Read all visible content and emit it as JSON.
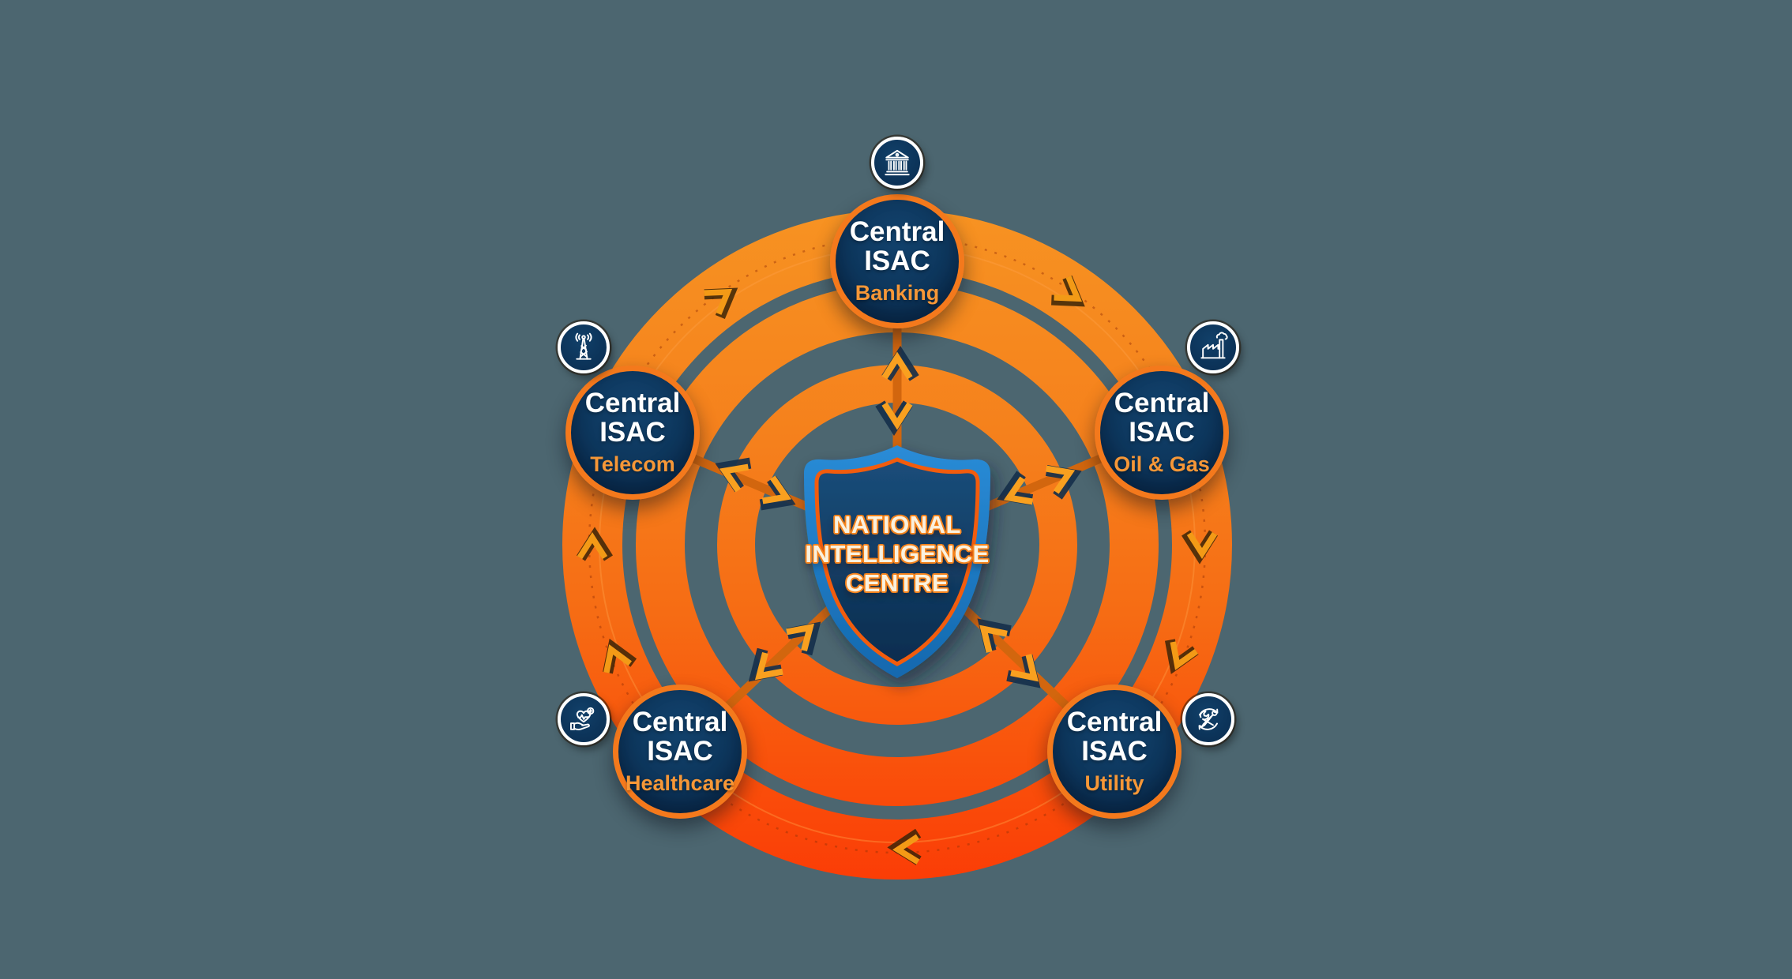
{
  "title": "National Intelligence Centre ISAC hub-and-spoke diagram",
  "background_color": "#4c6670",
  "palette": {
    "ring_orange_top": "#f79322",
    "ring_orange_bottom": "#fb3c06",
    "node_navy": "#0c3459",
    "node_border_orange": "#f4791c",
    "sector_label_orange": "#f69737",
    "shield_blue": "#1e7fcb",
    "shield_inner_navy": "#123f66",
    "shield_outline_orange": "#f25c0e",
    "icon_ring_white": "#ffffff",
    "arrow_orange": "#f9a01f"
  },
  "center": {
    "title_lines": [
      "NATIONAL",
      "INTELLIGENCE",
      "CENTRE"
    ]
  },
  "nodes": [
    {
      "id": "banking",
      "line1": "Central",
      "line2": "ISAC",
      "sector": "Banking",
      "icon": "bank-icon"
    },
    {
      "id": "telecom",
      "line1": "Central",
      "line2": "ISAC",
      "sector": "Telecom",
      "icon": "radio-tower-icon"
    },
    {
      "id": "oil-gas",
      "line1": "Central",
      "line2": "ISAC",
      "sector": "Oil & Gas",
      "icon": "factory-icon"
    },
    {
      "id": "healthcare",
      "line1": "Central",
      "line2": "ISAC",
      "sector": "Healthcare",
      "icon": "hand-heart-icon"
    },
    {
      "id": "utility",
      "line1": "Central",
      "line2": "ISAC",
      "sector": "Utility",
      "icon": "tools-icon"
    }
  ],
  "connections": {
    "ring_flow_direction": "clockwise",
    "spokes": "bidirectional between National Intelligence Centre and each Central ISAC"
  }
}
